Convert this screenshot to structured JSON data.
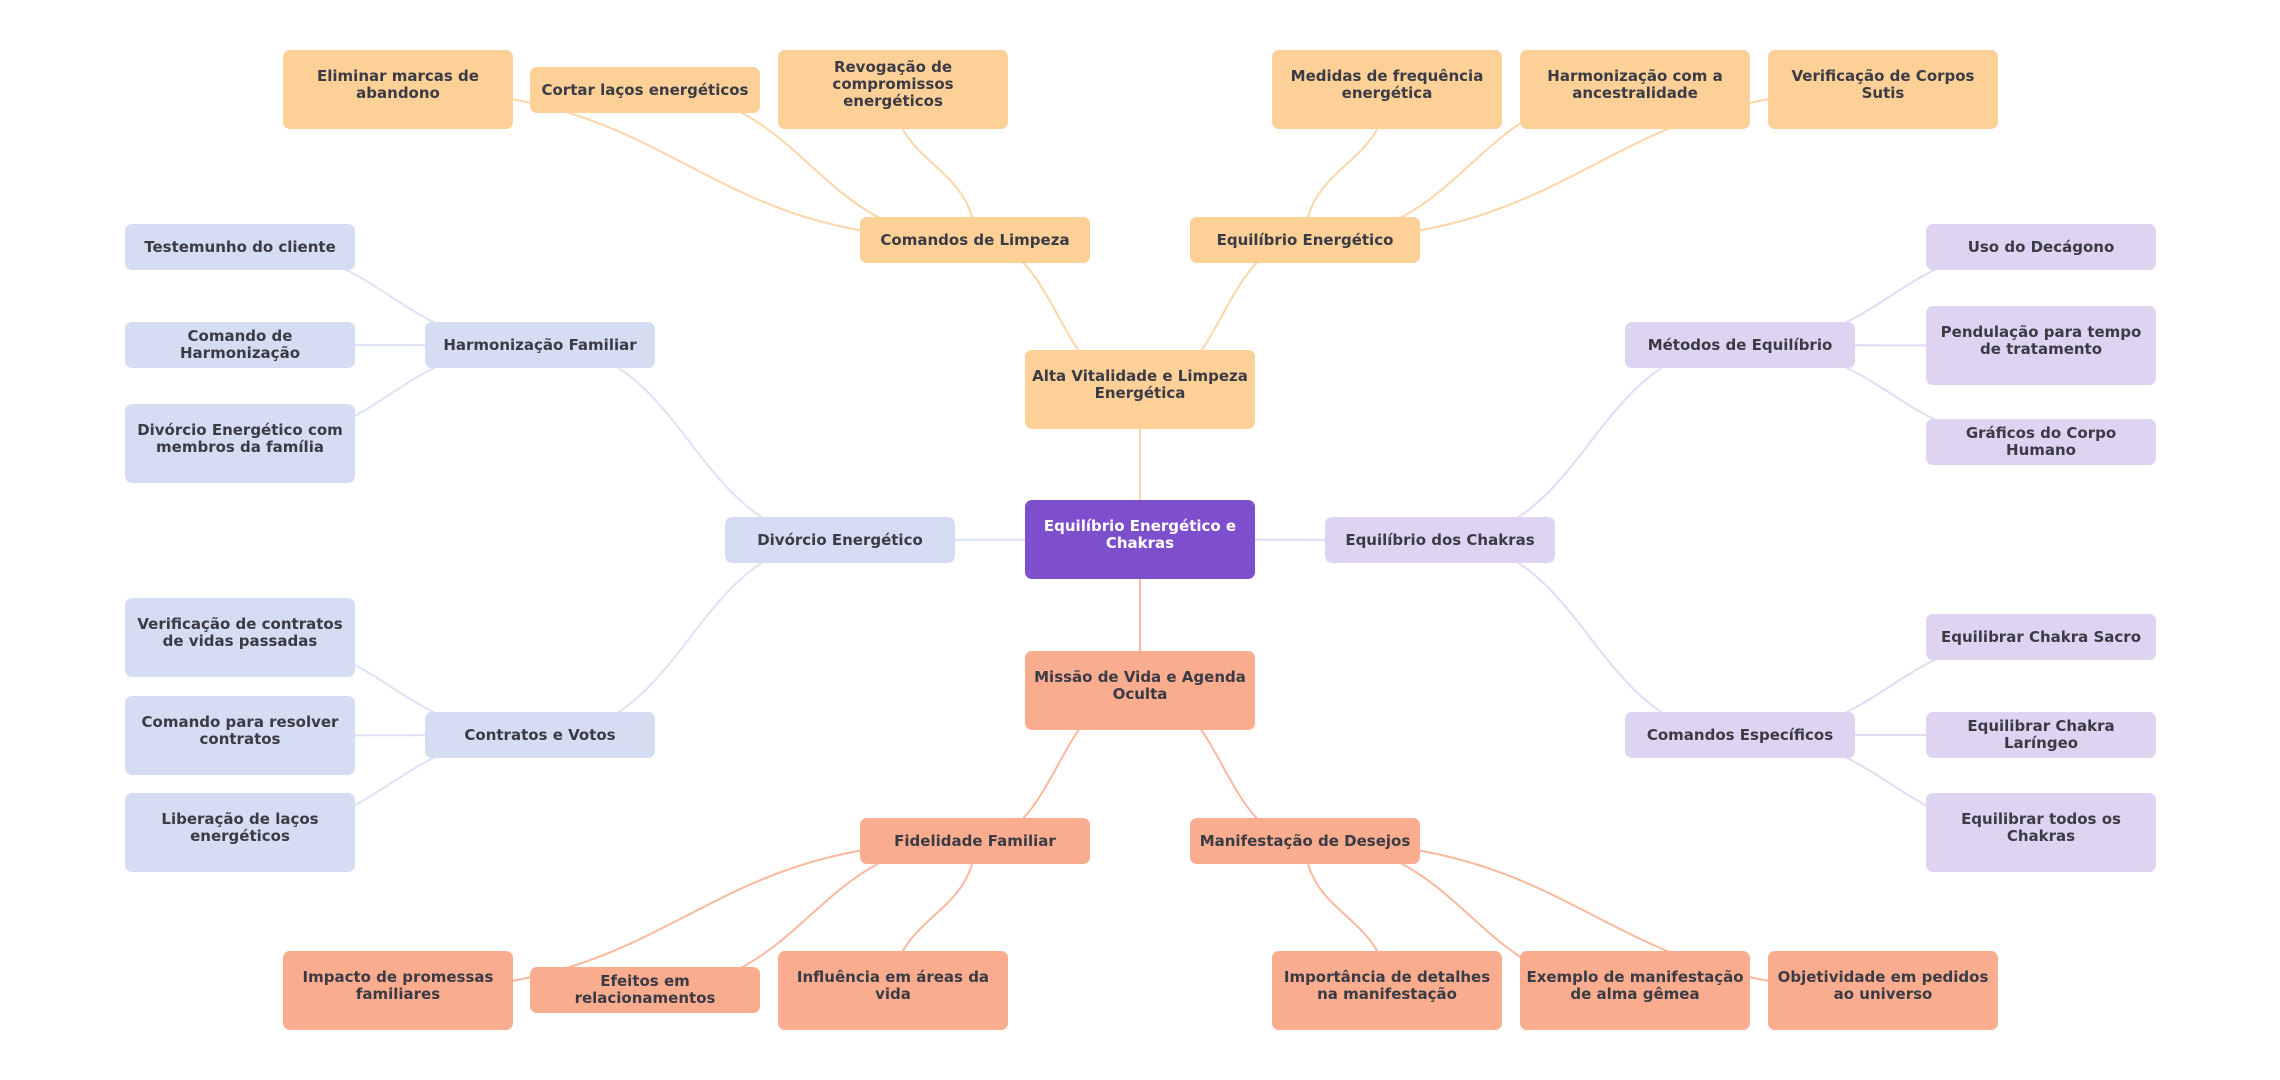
{
  "title": "Equilíbrio Energético e Chakras",
  "colors": {
    "root": "#7e4fcc",
    "top": "#fcd096",
    "left": "#d5ddf2",
    "right": "#ded4f1",
    "bottom": "#f9ad8e",
    "link_top": "#fcd6a8",
    "link_left": "#dde3f4",
    "link_right": "#e3dbf4",
    "link_bottom": "#f9b99e",
    "text": "#3b3b45",
    "root_text": "#ffffff"
  },
  "nodes": [
    {
      "id": "root",
      "label": "Equilíbrio Energético e Chakras",
      "parent": null,
      "group": "root"
    },
    {
      "id": "alta",
      "label": "Alta Vitalidade e Limpeza Energética",
      "parent": "root",
      "group": "top"
    },
    {
      "id": "limpeza",
      "label": "Comandos de Limpeza",
      "parent": "alta",
      "group": "top"
    },
    {
      "id": "eliminar",
      "label": "Eliminar marcas de abandono",
      "parent": "limpeza",
      "group": "top"
    },
    {
      "id": "cortar",
      "label": "Cortar laços energéticos",
      "parent": "limpeza",
      "group": "top"
    },
    {
      "id": "revogacao",
      "label": "Revogação de compromissos energéticos",
      "parent": "limpeza",
      "group": "top"
    },
    {
      "id": "eq_energetico",
      "label": "Equilíbrio Energético",
      "parent": "alta",
      "group": "top"
    },
    {
      "id": "medidas",
      "label": "Medidas de frequência energética",
      "parent": "eq_energetico",
      "group": "top"
    },
    {
      "id": "ancestralidade",
      "label": "Harmonização com a ancestralidade",
      "parent": "eq_energetico",
      "group": "top"
    },
    {
      "id": "corpos",
      "label": "Verificação de Corpos Sutis",
      "parent": "eq_energetico",
      "group": "top"
    },
    {
      "id": "divorcio",
      "label": "Divórcio Energético",
      "parent": "root",
      "group": "left"
    },
    {
      "id": "harm_familiar",
      "label": "Harmonização Familiar",
      "parent": "divorcio",
      "group": "left"
    },
    {
      "id": "testemunho",
      "label": "Testemunho do cliente",
      "parent": "harm_familiar",
      "group": "left"
    },
    {
      "id": "cmd_harm",
      "label": "Comando de Harmonização",
      "parent": "harm_familiar",
      "group": "left"
    },
    {
      "id": "div_familia",
      "label": "Divórcio Energético com membros da família",
      "parent": "harm_familiar",
      "group": "left"
    },
    {
      "id": "contratos",
      "label": "Contratos e Votos",
      "parent": "divorcio",
      "group": "left"
    },
    {
      "id": "verif_contratos",
      "label": "Verificação de contratos de vidas passadas",
      "parent": "contratos",
      "group": "left"
    },
    {
      "id": "cmd_contratos",
      "label": "Comando para resolver contratos",
      "parent": "contratos",
      "group": "left"
    },
    {
      "id": "liberacao",
      "label": "Liberação de laços energéticos",
      "parent": "contratos",
      "group": "left"
    },
    {
      "id": "eq_chakras",
      "label": "Equilíbrio dos Chakras",
      "parent": "root",
      "group": "right"
    },
    {
      "id": "metodos",
      "label": "Métodos de Equilíbrio",
      "parent": "eq_chakras",
      "group": "right"
    },
    {
      "id": "decagono",
      "label": "Uso do Decágono",
      "parent": "metodos",
      "group": "right"
    },
    {
      "id": "pendulacao",
      "label": "Pendulação para tempo de tratamento",
      "parent": "metodos",
      "group": "right"
    },
    {
      "id": "graficos",
      "label": "Gráficos do Corpo Humano",
      "parent": "metodos",
      "group": "right"
    },
    {
      "id": "cmd_especificos",
      "label": "Comandos Específicos",
      "parent": "eq_chakras",
      "group": "right"
    },
    {
      "id": "sacro",
      "label": "Equilibrar Chakra Sacro",
      "parent": "cmd_especificos",
      "group": "right"
    },
    {
      "id": "laringeo",
      "label": "Equilibrar Chakra Laríngeo",
      "parent": "cmd_especificos",
      "group": "right"
    },
    {
      "id": "todos",
      "label": "Equilibrar todos os Chakras",
      "parent": "cmd_especificos",
      "group": "right"
    },
    {
      "id": "missao",
      "label": "Missão de Vida e Agenda Oculta",
      "parent": "root",
      "group": "bottom"
    },
    {
      "id": "fidelidade",
      "label": "Fidelidade Familiar",
      "parent": "missao",
      "group": "bottom"
    },
    {
      "id": "impacto",
      "label": "Impacto de promessas familiares",
      "parent": "fidelidade",
      "group": "bottom"
    },
    {
      "id": "efeitos",
      "label": "Efeitos em relacionamentos",
      "parent": "fidelidade",
      "group": "bottom"
    },
    {
      "id": "influencia",
      "label": "Influência em áreas da vida",
      "parent": "fidelidade",
      "group": "bottom"
    },
    {
      "id": "manifestacao",
      "label": "Manifestação de Desejos",
      "parent": "missao",
      "group": "bottom"
    },
    {
      "id": "detalhes",
      "label": "Importância de detalhes na manifestação",
      "parent": "manifestacao",
      "group": "bottom"
    },
    {
      "id": "alma",
      "label": "Exemplo de manifestação de alma gêmea",
      "parent": "manifestacao",
      "group": "bottom"
    },
    {
      "id": "objetividade",
      "label": "Objetividade em pedidos ao universo",
      "parent": "manifestacao",
      "group": "bottom"
    }
  ]
}
